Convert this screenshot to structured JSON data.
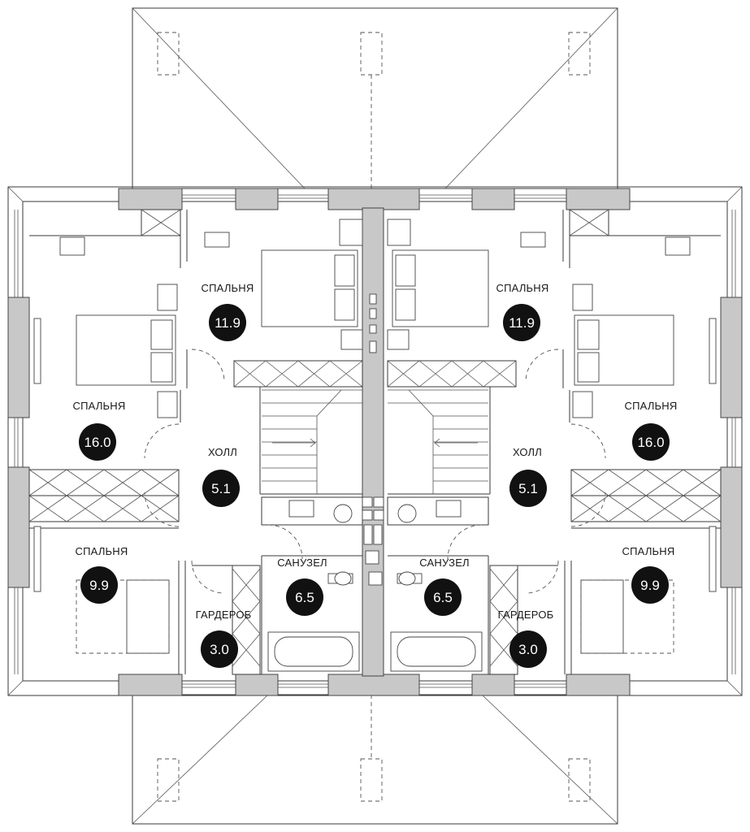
{
  "rooms": [
    {
      "id": "bed-tl-big",
      "name": "СПАЛЬНЯ",
      "area": "16.0"
    },
    {
      "id": "bed-tc-left",
      "name": "СПАЛЬНЯ",
      "area": "11.9"
    },
    {
      "id": "bed-tc-right",
      "name": "СПАЛЬНЯ",
      "area": "11.9"
    },
    {
      "id": "bed-tr-big",
      "name": "СПАЛЬНЯ",
      "area": "16.0"
    },
    {
      "id": "hall-left",
      "name": "ХОЛЛ",
      "area": "5.1"
    },
    {
      "id": "hall-right",
      "name": "ХОЛЛ",
      "area": "5.1"
    },
    {
      "id": "bed-bl",
      "name": "СПАЛЬНЯ",
      "area": "9.9"
    },
    {
      "id": "bed-br",
      "name": "СПАЛЬНЯ",
      "area": "9.9"
    },
    {
      "id": "bath-left",
      "name": "САНУЗЕЛ",
      "area": "6.5"
    },
    {
      "id": "bath-right",
      "name": "САНУЗЕЛ",
      "area": "6.5"
    },
    {
      "id": "wardrobe-left",
      "name": "ГАРДЕРОБ",
      "area": "3.0"
    },
    {
      "id": "wardrobe-right",
      "name": "ГАРДЕРОБ",
      "area": "3.0"
    }
  ],
  "colors": {
    "wall": "#c8c8c8",
    "badge": "#111111",
    "line": "#3a3a3a",
    "background": "#ffffff"
  }
}
